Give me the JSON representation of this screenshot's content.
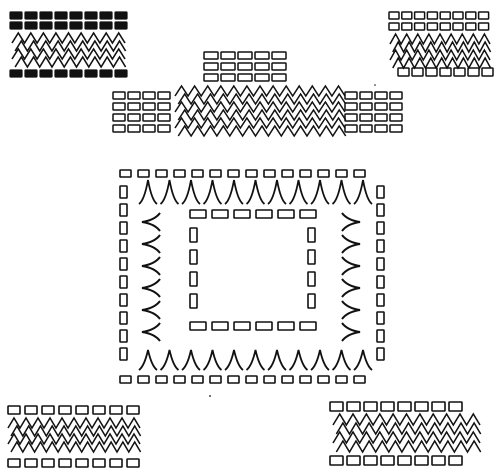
{
  "figure": {
    "kind": "woodblock-style pattern diagram",
    "ink_color": "#111111",
    "paper_color": "#ffffff",
    "motifs": [
      "brick-block",
      "zigzag-stitch",
      "v-spike",
      "side-bracket"
    ]
  }
}
